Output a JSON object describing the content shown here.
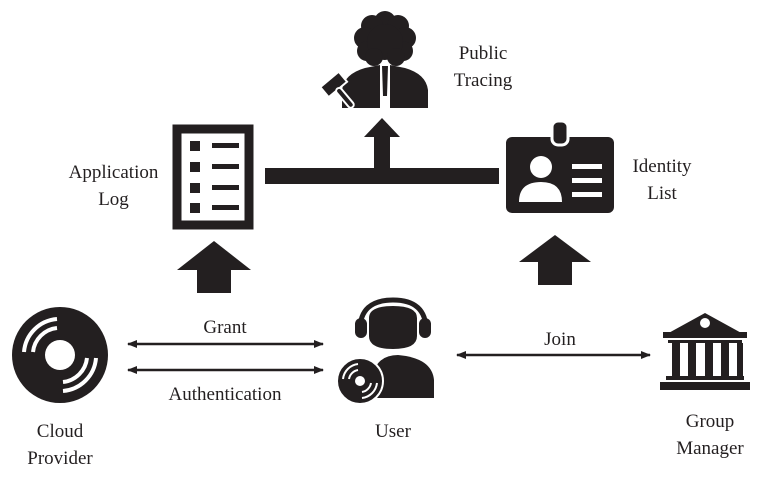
{
  "diagram": {
    "ink_color": "#231f20",
    "background": "#ffffff",
    "nodes": {
      "public_tracing": {
        "label_line1": "Public",
        "label_line2": "Tracing",
        "icon": "judge-icon"
      },
      "application_log": {
        "label_line1": "Application",
        "label_line2": "Log",
        "icon": "document-list-icon"
      },
      "identity_list": {
        "label_line1": "Identity",
        "label_line2": "List",
        "icon": "id-badge-icon"
      },
      "cloud_provider": {
        "label_line1": "Cloud",
        "label_line2": "Provider",
        "icon": "cloud-disc-icon"
      },
      "user": {
        "label_line1": "User",
        "icon": "user-headset-icon"
      },
      "group_manager": {
        "label_line1": "Group",
        "label_line2": "Manager",
        "icon": "bank-building-icon"
      }
    },
    "edges": {
      "grant": {
        "label": "Grant",
        "from": "User",
        "to": "Cloud Provider",
        "type": "bidirectional"
      },
      "authentication": {
        "label": "Authentication",
        "from": "User",
        "to": "Cloud Provider",
        "type": "bidirectional"
      },
      "join": {
        "label": "Join",
        "from": "User",
        "to": "Group Manager",
        "type": "bidirectional"
      },
      "to_application_log": {
        "from": "Cloud Provider side",
        "to": "Application Log",
        "type": "block-arrow-up"
      },
      "to_identity_list": {
        "from": "Group Manager side",
        "to": "Identity List",
        "type": "block-arrow-up"
      },
      "to_public_tracing": {
        "from": "Application Log + Identity List",
        "to": "Public Tracing",
        "type": "block-arrow-up"
      }
    }
  }
}
